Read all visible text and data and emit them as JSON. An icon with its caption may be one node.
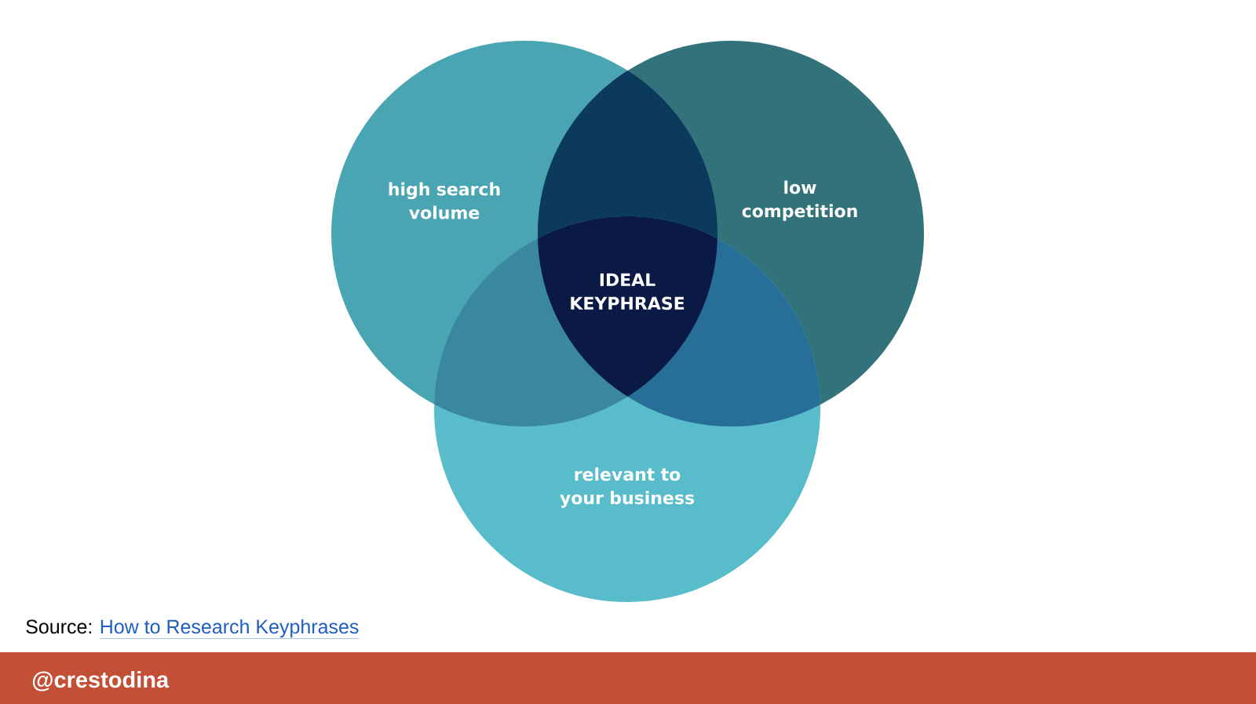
{
  "diagram": {
    "nodes": [
      {
        "text": [
          "high search volume"
        ]
      },
      {
        "text": [
          "low competition"
        ]
      },
      {
        "text": [
          "relevant to your business"
        ]
      },
      {
        "text": [
          "IDEAL KEYPHRASE"
        ]
      }
    ],
    "labels": [
      "Source:",
      "How to Research Keyphrases",
      "@crestodina"
    ]
  }
}
